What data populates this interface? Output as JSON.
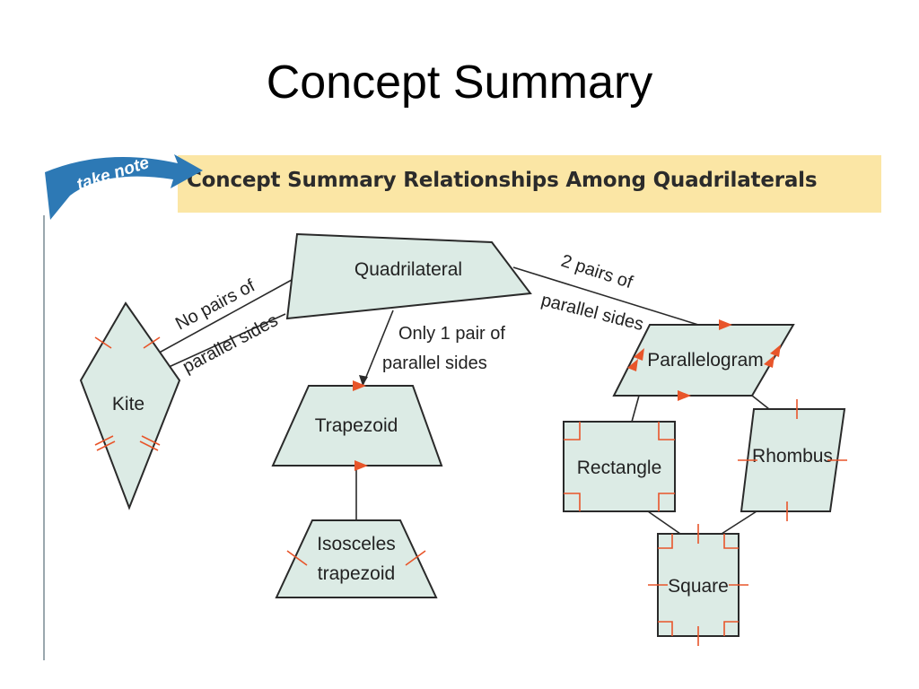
{
  "title": "Concept Summary",
  "banner": {
    "badge": "take note",
    "heading": "Concept Summary  Relationships Among Quadrilaterals"
  },
  "colors": {
    "shape_fill": "#dcebe5",
    "header_bg": "#fbe6a5",
    "badge_blue": "#2d79b5",
    "mark_red": "#e8552a",
    "arrow_orange": "#e8552a"
  },
  "diagram": {
    "shapes": {
      "quadrilateral": "Quadrilateral",
      "kite": "Kite",
      "trapezoid": "Trapezoid",
      "isosceles_line1": "Isosceles",
      "isosceles_line2": "trapezoid",
      "parallelogram": "Parallelogram",
      "rectangle": "Rectangle",
      "rhombus": "Rhombus",
      "square": "Square"
    },
    "edges": {
      "no_pairs_line1": "No pairs of",
      "no_pairs_line2": "parallel sides",
      "one_pair_line1": "Only 1 pair of",
      "one_pair_line2": "parallel sides",
      "two_pairs_line1": "2 pairs of",
      "two_pairs_line2": "parallel sides"
    }
  }
}
